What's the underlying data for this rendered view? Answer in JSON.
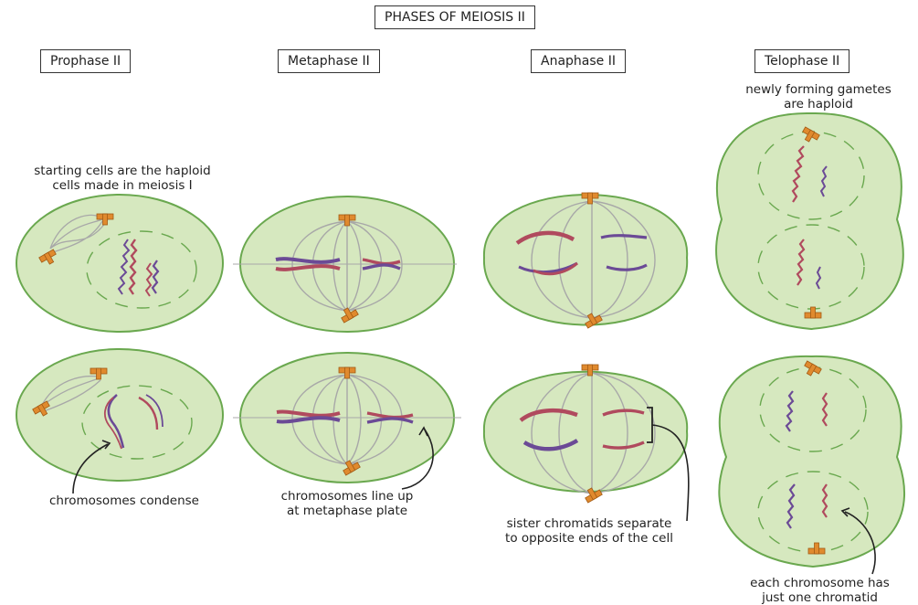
{
  "title": "PHASES OF MEIOSIS II",
  "phases": [
    {
      "label": "Prophase II"
    },
    {
      "label": "Metaphase II"
    },
    {
      "label": "Anaphase II"
    },
    {
      "label": "Telophase II"
    }
  ],
  "captions": {
    "telophase_top_line1": "newly forming gametes",
    "telophase_top_line2": "are haploid",
    "prophase_top_line1": "starting cells are the haploid",
    "prophase_top_line2": "cells made in meiosis I",
    "prophase_bottom": "chromosomes condense",
    "metaphase_bottom_line1": "chromosomes line up",
    "metaphase_bottom_line2": "at metaphase plate",
    "anaphase_bottom_line1": "sister chromatids separate",
    "anaphase_bottom_line2": "to opposite ends of the cell",
    "telophase_bottom_line1": "each chromosome has",
    "telophase_bottom_line2": "just one chromatid"
  },
  "colors": {
    "cell_fill": "#d6e8bf",
    "cell_stroke": "#6aa84f",
    "chromosome_red": "#b04a5e",
    "chromosome_purple": "#6b4a96",
    "centrosome": "#e08a2e",
    "spindle": "#a8a8a8"
  }
}
